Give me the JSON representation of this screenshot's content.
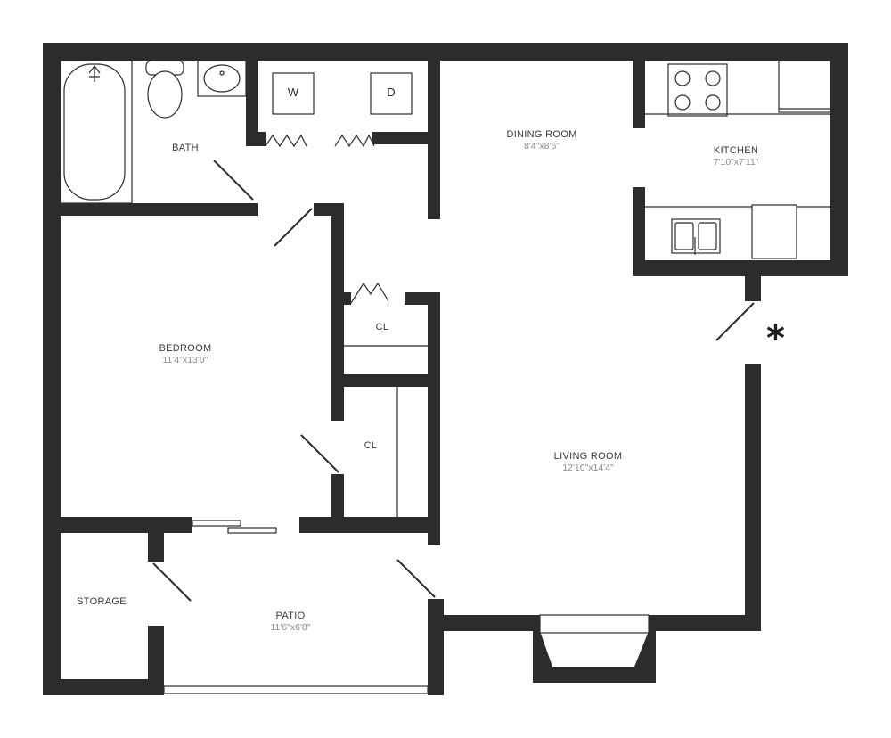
{
  "rooms": {
    "bath": {
      "name": "BATH"
    },
    "dining": {
      "name": "DINING ROOM",
      "dim": "8'4\"x8'6\""
    },
    "kitchen": {
      "name": "KITCHEN",
      "dim": "7'10\"x7'11\""
    },
    "bedroom": {
      "name": "BEDROOM",
      "dim": "11'4\"x13'0\""
    },
    "closet_upper": {
      "name": "CL"
    },
    "closet_lower": {
      "name": "CL"
    },
    "living": {
      "name": "LIVING ROOM",
      "dim": "12'10\"x14'4\""
    },
    "storage": {
      "name": "STORAGE"
    },
    "patio": {
      "name": "PATIO",
      "dim": "11'6\"x6'8\""
    }
  },
  "appliances": {
    "washer": "W",
    "dryer": "D"
  },
  "marker": {
    "symbol": "*"
  },
  "colors": {
    "wall": "#2b2d2d",
    "background": "#ffffff",
    "dimension_text": "#8a8a8a"
  }
}
